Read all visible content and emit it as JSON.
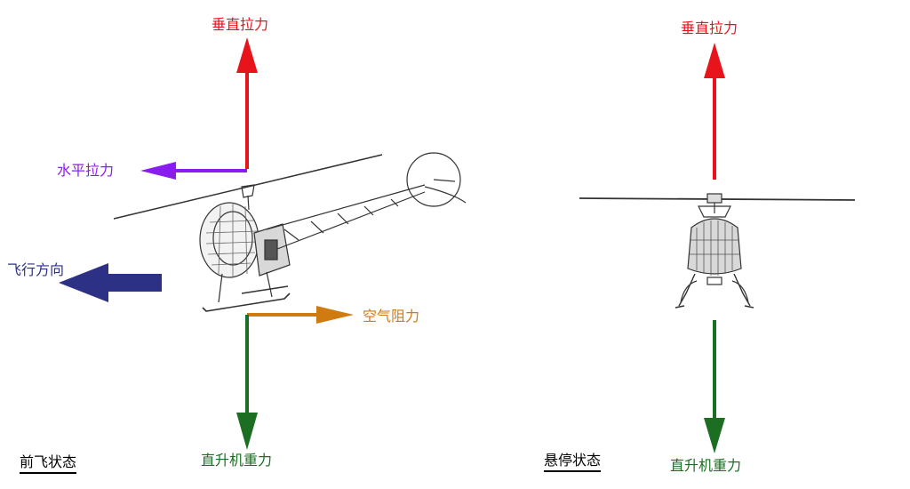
{
  "colors": {
    "vertical_lift": "#e8141c",
    "horizontal_pull": "#8b1cf0",
    "flight_direction": "#2d3185",
    "air_resistance": "#d07a12",
    "gravity": "#1b6e22"
  },
  "forward_flight": {
    "caption": "前飞状态",
    "vertical_lift_label": "垂直拉力",
    "horizontal_pull_label": "水平拉力",
    "flight_direction_label": "飞行方向",
    "air_resistance_label": "空气阻力",
    "gravity_label": "直升机重力"
  },
  "hover": {
    "caption": "悬停状态",
    "vertical_lift_label": "垂直拉力",
    "gravity_label": "直升机重力"
  }
}
